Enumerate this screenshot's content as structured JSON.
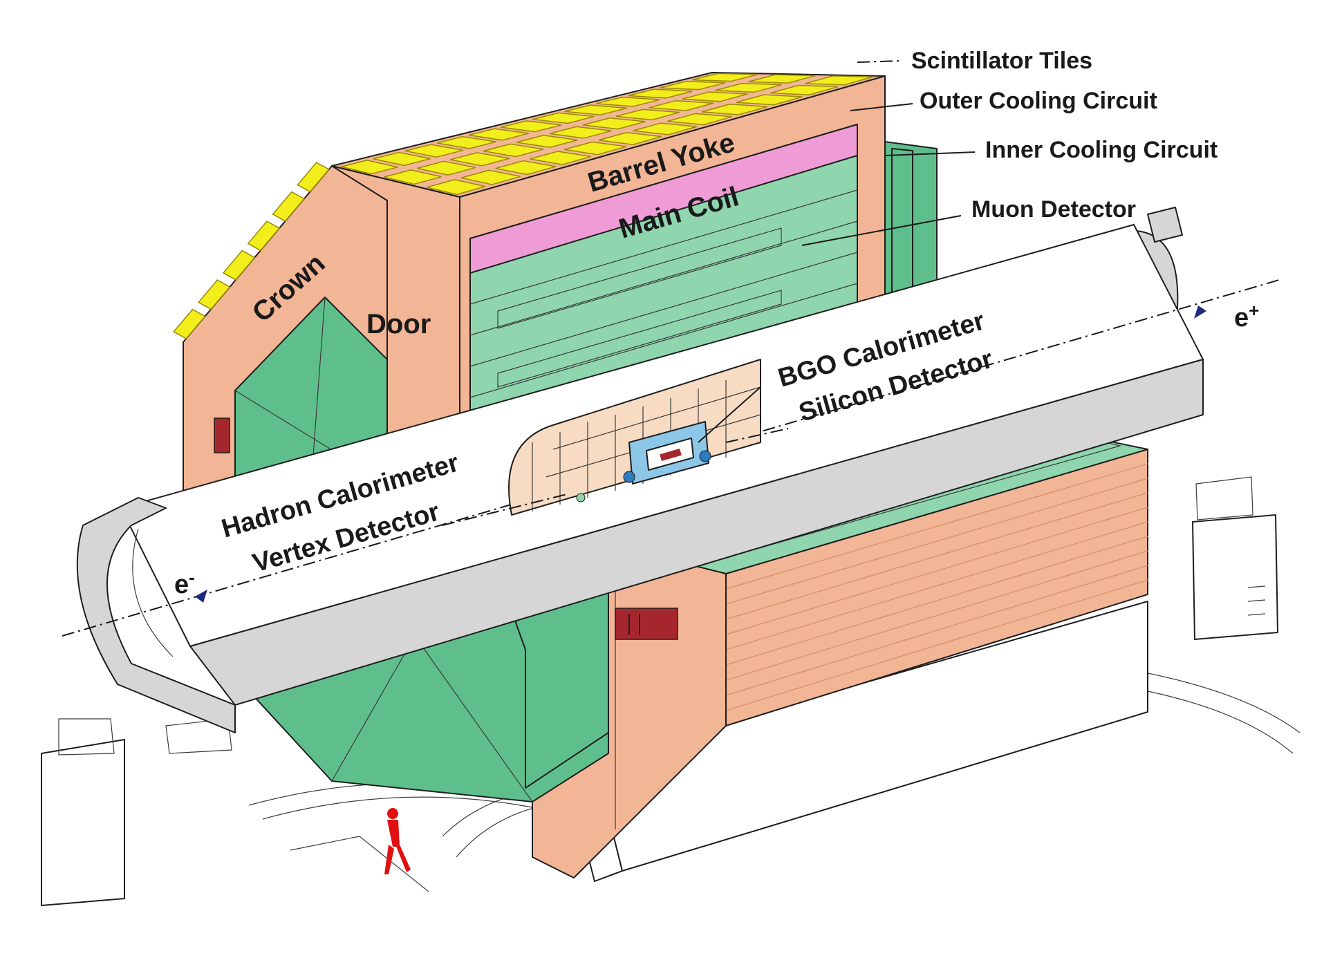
{
  "labels": {
    "scintillator_tiles": "Scintillator Tiles",
    "outer_cooling_circuit": "Outer Cooling Circuit",
    "inner_cooling_circuit": "Inner Cooling Circuit",
    "muon_detector": "Muon Detector",
    "barrel_yoke": "Barrel Yoke",
    "main_coil": "Main Coil",
    "crown": "Crown",
    "door": "Door",
    "bgo_calorimeter": "BGO Calorimeter",
    "silicon_detector": "Silicon Detector",
    "hadron_calorimeter": "Hadron Calorimeter",
    "vertex_detector": "Vertex Detector",
    "electron_beam": "e",
    "electron_sign": "-",
    "positron_beam": "e",
    "positron_sign": "+"
  },
  "colors": {
    "yoke": "#f2b595",
    "yoke_edge": "#d9966f",
    "tiles": "#f2ee1c",
    "tiles_edge": "#9a8a00",
    "muon": "#5fbf8c",
    "muon_light": "#8fd6ae",
    "coil": "#ef9bd6",
    "calorimeter": "#f7dcc3",
    "bgo": "#8cc7e8",
    "beam_pipe": "#ffffff",
    "support": "#d6d6d6",
    "person": "#e01010",
    "marker": "#a6262e"
  },
  "icons": {
    "person": "person-figure-icon",
    "beam_arrow": "beam-direction-arrow-icon"
  }
}
